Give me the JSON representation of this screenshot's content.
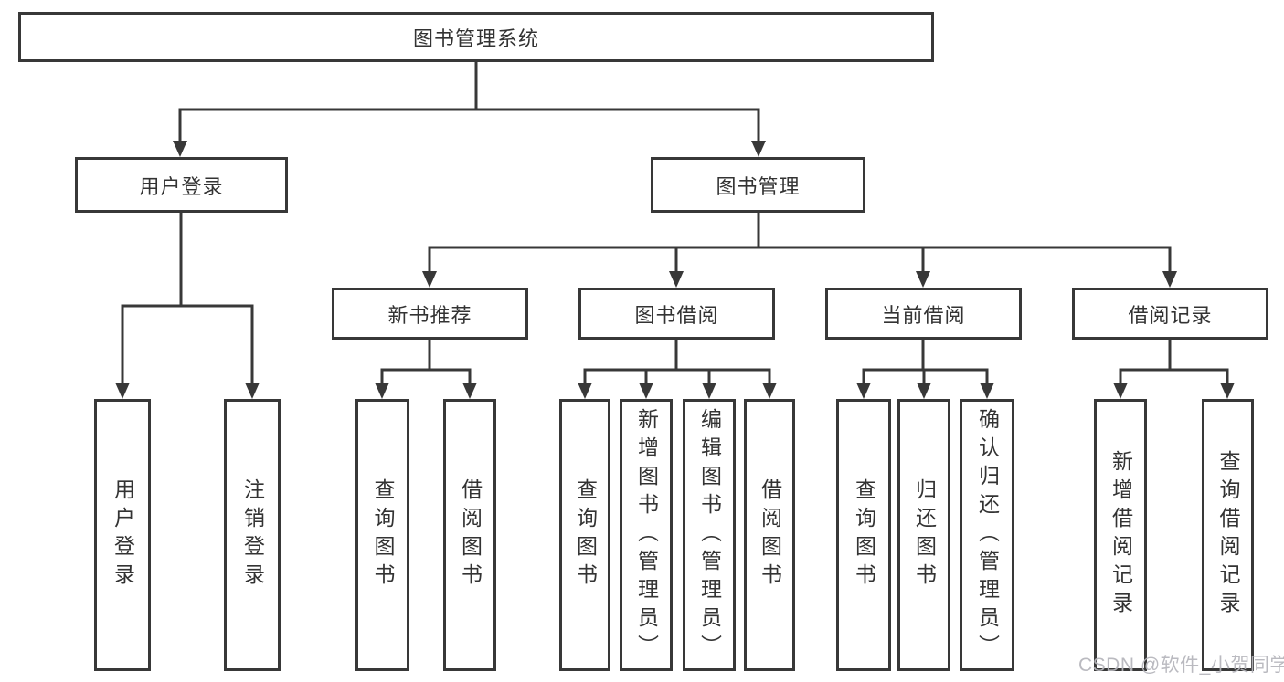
{
  "diagram": {
    "root": {
      "label": "图书管理系统"
    },
    "branches": [
      {
        "label": "用户登录",
        "children": [
          {
            "label": "用户登录"
          },
          {
            "label": "注销登录"
          }
        ]
      },
      {
        "label": "图书管理",
        "groups": [
          {
            "label": "新书推荐",
            "children": [
              {
                "label": "查询图书"
              },
              {
                "label": "借阅图书"
              }
            ]
          },
          {
            "label": "图书借阅",
            "children": [
              {
                "label": "查询图书"
              },
              {
                "label": "新增图书（管理员）"
              },
              {
                "label": "编辑图书（管理员）"
              },
              {
                "label": "借阅图书"
              }
            ]
          },
          {
            "label": "当前借阅",
            "children": [
              {
                "label": "查询图书"
              },
              {
                "label": "归还图书"
              },
              {
                "label": "确认归还（管理员）"
              }
            ]
          },
          {
            "label": "借阅记录",
            "children": [
              {
                "label": "新增借阅记录"
              },
              {
                "label": "查询借阅记录"
              }
            ]
          }
        ]
      }
    ]
  },
  "watermark": {
    "text": "CSDN @软件_小贺同学"
  },
  "colors": {
    "line": "#383838",
    "text": "#333333",
    "background": "#ffffff",
    "watermark": "#b5b5bb"
  }
}
